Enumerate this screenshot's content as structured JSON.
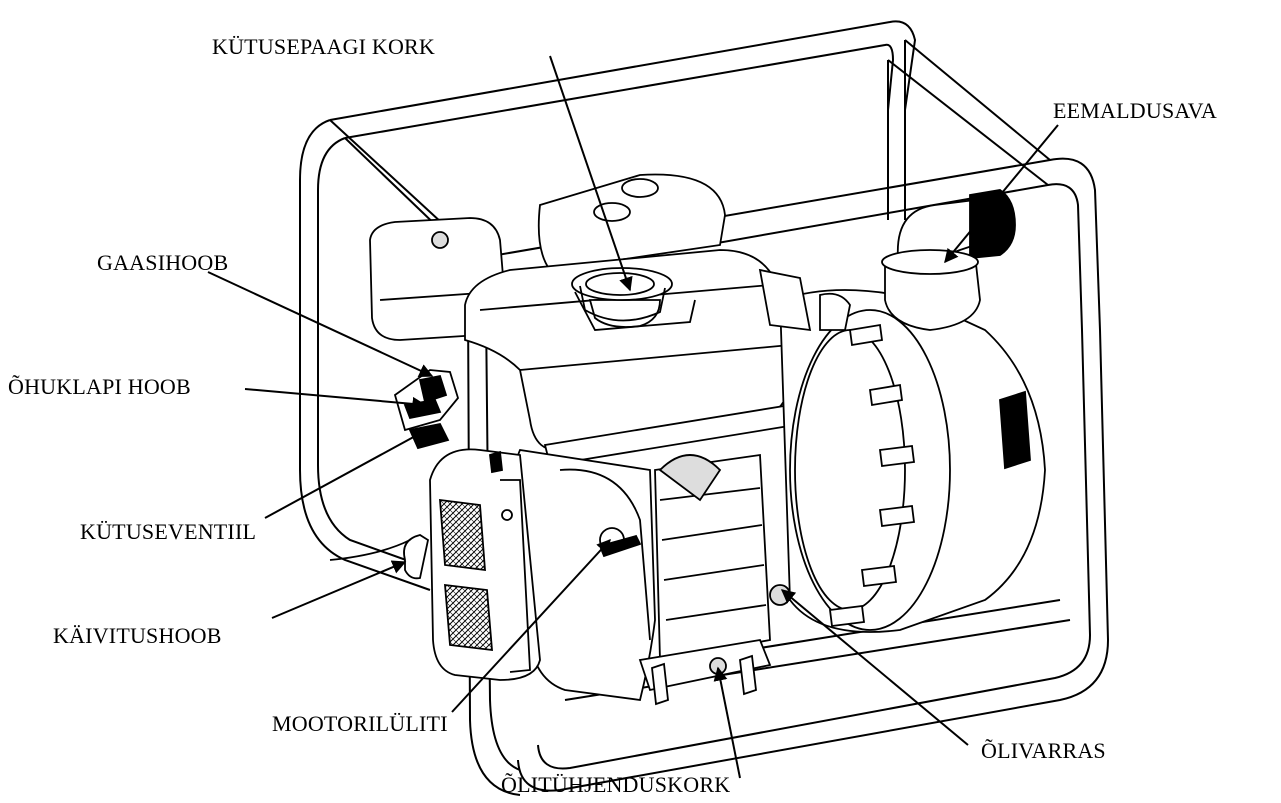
{
  "diagram": {
    "labels": {
      "fuel_tank_cap": "KÜTUSEPAAGI KORK",
      "discharge_outlet": "EEMALDUSAVA",
      "throttle_lever": "GAASIHOOB",
      "choke_lever": "ÕHUKLAPI HOOB",
      "fuel_valve": "KÜTUSEVENTIIL",
      "recoil_starter": "KÄIVITUSHOOB",
      "engine_switch": "MOOTORILÜLITI",
      "dipstick": "ÕLIVARRAS",
      "oil_drain_plug": "ÕLITÜHJENDUSKORK"
    },
    "colors": {
      "line": "#000000",
      "fill": "#ffffff",
      "shade": "#d9d9d9"
    }
  }
}
